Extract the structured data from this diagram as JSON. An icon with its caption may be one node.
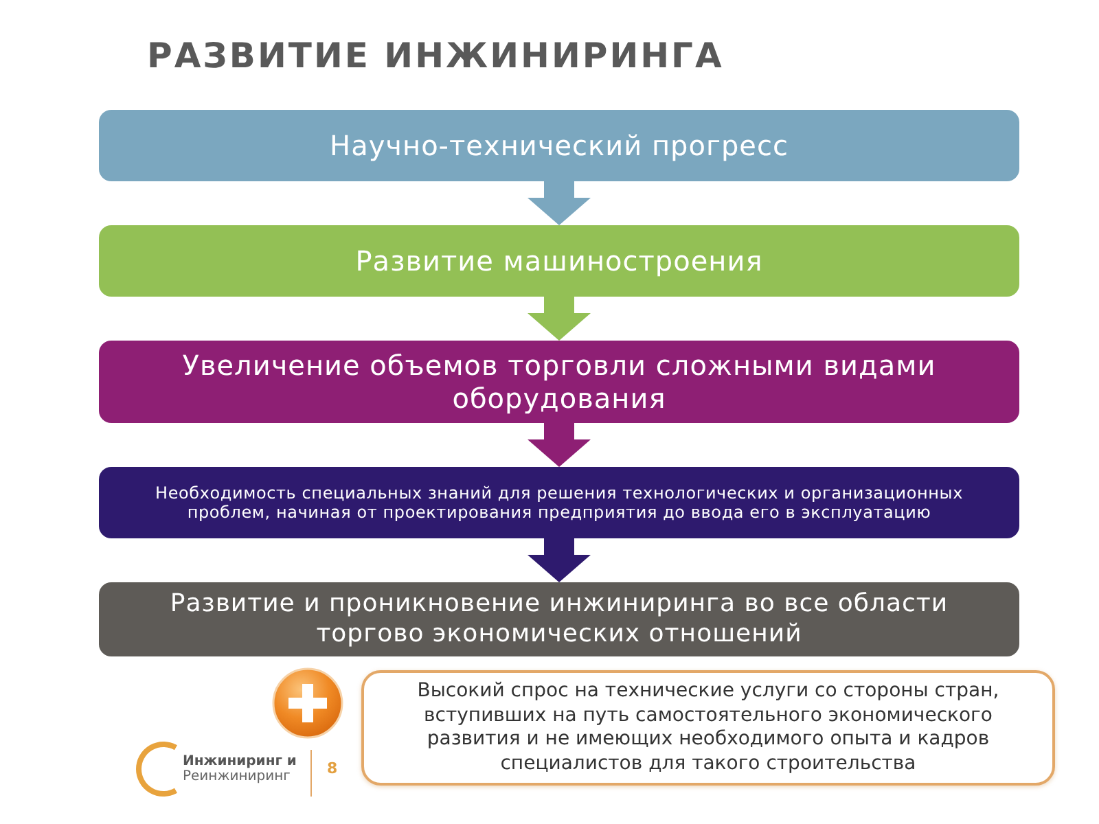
{
  "diagram": {
    "title": "РАЗВИТИЕ ИНЖИНИРИНГА",
    "nodes": [
      {
        "text": [
          "Научно-технический прогресс"
        ]
      },
      {
        "text": [
          "Развитие машиностроения"
        ]
      },
      {
        "text": [
          "Увеличение объемов торговли сложными видами оборудования"
        ]
      },
      {
        "text": [
          "Необходимость специальных знаний для решения технологических и организационных проблем, начиная от проектирования предприятия до ввода его в эксплуатацию"
        ]
      },
      {
        "text": [
          "Развитие и проникновение инжиниринга во все области торгово экономических отношений"
        ]
      },
      {
        "text": [
          "Высокий спрос на технические услуги со стороны стран, вступивших на путь самостоятельного экономического развития и не имеющих необходимого опыта и кадров специалистов для такого строительства"
        ]
      }
    ],
    "edges": [
      {
        "from": 0,
        "to": 1,
        "arrow": "to",
        "color": "#7ba7bf"
      },
      {
        "from": 1,
        "to": 2,
        "arrow": "to",
        "color": "#93c055"
      },
      {
        "from": 2,
        "to": 3,
        "arrow": "to",
        "color": "#8e1f74"
      },
      {
        "from": 3,
        "to": 4,
        "arrow": "to",
        "color": "#2e1a6e"
      }
    ],
    "labels": [
      "Инжиниринг и",
      "Реинжиниринг",
      "8"
    ]
  }
}
